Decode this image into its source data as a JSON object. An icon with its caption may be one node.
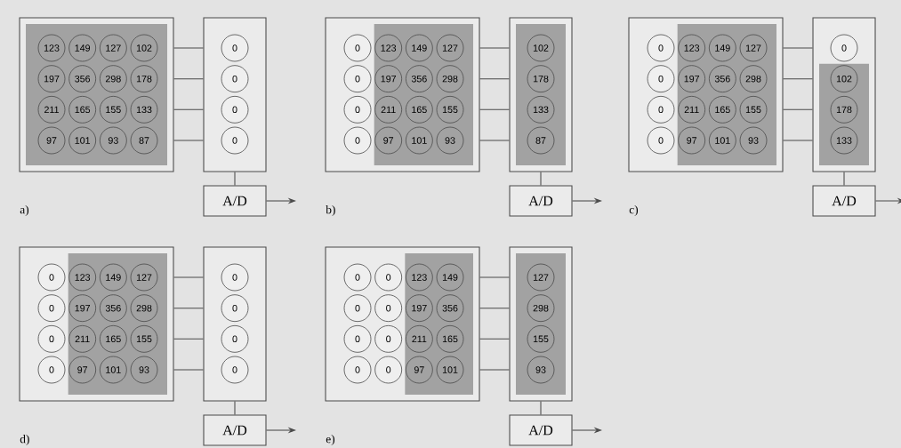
{
  "diagram": {
    "nodes": [
      {
        "text": [],
        "shape": "box"
      },
      {
        "text": [],
        "shape": "box",
        "in": 0
      },
      {
        "text": [
          "123"
        ],
        "in": 1
      },
      {
        "text": [
          "149"
        ],
        "in": 1
      },
      {
        "text": [
          "127"
        ],
        "in": 1
      },
      {
        "text": [
          "102"
        ],
        "in": 1
      },
      {
        "text": [
          "197"
        ],
        "in": 1
      },
      {
        "text": [
          "356"
        ],
        "in": 1
      },
      {
        "text": [
          "298"
        ],
        "in": 1
      },
      {
        "text": [
          "178"
        ],
        "in": 1
      },
      {
        "text": [
          "211"
        ],
        "in": 1
      },
      {
        "text": [
          "165"
        ],
        "in": 1
      },
      {
        "text": [
          "155"
        ],
        "in": 1
      },
      {
        "text": [
          "133"
        ],
        "in": 1
      },
      {
        "text": [
          "97"
        ],
        "in": 1
      },
      {
        "text": [
          "101"
        ],
        "in": 1
      },
      {
        "text": [
          "93"
        ],
        "in": 1
      },
      {
        "text": [
          "87"
        ],
        "in": 1
      },
      {
        "text": [],
        "shape": "box"
      },
      {
        "text": [
          "0"
        ],
        "in": 18
      },
      {
        "text": [
          "0"
        ],
        "in": 18
      },
      {
        "text": [
          "0"
        ],
        "in": 18
      },
      {
        "text": [
          "0"
        ],
        "in": 18
      },
      {
        "text": [
          "A/D"
        ]
      },
      {
        "text": [],
        "shape": "box"
      },
      {
        "text": [],
        "shape": "box",
        "in": 24
      },
      {
        "text": [
          "0"
        ],
        "in": 24
      },
      {
        "text": [
          "123"
        ],
        "in": 25
      },
      {
        "text": [
          "149"
        ],
        "in": 25
      },
      {
        "text": [
          "127"
        ],
        "in": 25
      },
      {
        "text": [
          "0"
        ],
        "in": 24
      },
      {
        "text": [
          "197"
        ],
        "in": 25
      },
      {
        "text": [
          "356"
        ],
        "in": 25
      },
      {
        "text": [
          "298"
        ],
        "in": 25
      },
      {
        "text": [
          "0"
        ],
        "in": 24
      },
      {
        "text": [
          "211"
        ],
        "in": 25
      },
      {
        "text": [
          "165"
        ],
        "in": 25
      },
      {
        "text": [
          "155"
        ],
        "in": 25
      },
      {
        "text": [
          "0"
        ],
        "in": 24
      },
      {
        "text": [
          "97"
        ],
        "in": 25
      },
      {
        "text": [
          "101"
        ],
        "in": 25
      },
      {
        "text": [
          "93"
        ],
        "in": 25
      },
      {
        "text": [],
        "shape": "box"
      },
      {
        "text": [],
        "shape": "box",
        "in": 42
      },
      {
        "text": [
          "102"
        ],
        "in": 43
      },
      {
        "text": [
          "178"
        ],
        "in": 43
      },
      {
        "text": [
          "133"
        ],
        "in": 43
      },
      {
        "text": [
          "87"
        ],
        "in": 43
      },
      {
        "text": [
          "A/D"
        ]
      },
      {
        "text": [],
        "shape": "box"
      },
      {
        "text": [],
        "shape": "box",
        "in": 49
      },
      {
        "text": [
          "0"
        ],
        "in": 49
      },
      {
        "text": [
          "123"
        ],
        "in": 50
      },
      {
        "text": [
          "149"
        ],
        "in": 50
      },
      {
        "text": [
          "127"
        ],
        "in": 50
      },
      {
        "text": [
          "0"
        ],
        "in": 49
      },
      {
        "text": [
          "197"
        ],
        "in": 50
      },
      {
        "text": [
          "356"
        ],
        "in": 50
      },
      {
        "text": [
          "298"
        ],
        "in": 50
      },
      {
        "text": [
          "0"
        ],
        "in": 49
      },
      {
        "text": [
          "211"
        ],
        "in": 50
      },
      {
        "text": [
          "165"
        ],
        "in": 50
      },
      {
        "text": [
          "155"
        ],
        "in": 50
      },
      {
        "text": [
          "0"
        ],
        "in": 49
      },
      {
        "text": [
          "97"
        ],
        "in": 50
      },
      {
        "text": [
          "101"
        ],
        "in": 50
      },
      {
        "text": [
          "93"
        ],
        "in": 50
      },
      {
        "text": [],
        "shape": "box"
      },
      {
        "text": [
          "0"
        ],
        "in": 67
      },
      {
        "text": [],
        "shape": "box",
        "in": 67
      },
      {
        "text": [
          "102"
        ],
        "in": 69
      },
      {
        "text": [
          "178"
        ],
        "in": 69
      },
      {
        "text": [
          "133"
        ],
        "in": 69
      },
      {
        "text": [
          "A/D"
        ]
      },
      {
        "text": [],
        "shape": "box"
      },
      {
        "text": [],
        "shape": "box",
        "in": 74
      },
      {
        "text": [
          "0"
        ],
        "in": 74
      },
      {
        "text": [
          "123"
        ],
        "in": 75
      },
      {
        "text": [
          "149"
        ],
        "in": 75
      },
      {
        "text": [
          "127"
        ],
        "in": 75
      },
      {
        "text": [
          "0"
        ],
        "in": 74
      },
      {
        "text": [
          "197"
        ],
        "in": 75
      },
      {
        "text": [
          "356"
        ],
        "in": 75
      },
      {
        "text": [
          "298"
        ],
        "in": 75
      },
      {
        "text": [
          "0"
        ],
        "in": 74
      },
      {
        "text": [
          "211"
        ],
        "in": 75
      },
      {
        "text": [
          "165"
        ],
        "in": 75
      },
      {
        "text": [
          "155"
        ],
        "in": 75
      },
      {
        "text": [
          "0"
        ],
        "in": 74
      },
      {
        "text": [
          "97"
        ],
        "in": 75
      },
      {
        "text": [
          "101"
        ],
        "in": 75
      },
      {
        "text": [
          "93"
        ],
        "in": 75
      },
      {
        "text": [],
        "shape": "box"
      },
      {
        "text": [
          "0"
        ],
        "in": 92
      },
      {
        "text": [
          "0"
        ],
        "in": 92
      },
      {
        "text": [
          "0"
        ],
        "in": 92
      },
      {
        "text": [
          "0"
        ],
        "in": 92
      },
      {
        "text": [
          "A/D"
        ]
      },
      {
        "text": [],
        "shape": "box"
      },
      {
        "text": [],
        "shape": "box",
        "in": 98
      },
      {
        "text": [
          "0"
        ],
        "in": 98
      },
      {
        "text": [
          "0"
        ],
        "in": 98
      },
      {
        "text": [
          "123"
        ],
        "in": 99
      },
      {
        "text": [
          "149"
        ],
        "in": 99
      },
      {
        "text": [
          "0"
        ],
        "in": 98
      },
      {
        "text": [
          "0"
        ],
        "in": 98
      },
      {
        "text": [
          "197"
        ],
        "in": 99
      },
      {
        "text": [
          "356"
        ],
        "in": 99
      },
      {
        "text": [
          "0"
        ],
        "in": 98
      },
      {
        "text": [
          "0"
        ],
        "in": 98
      },
      {
        "text": [
          "211"
        ],
        "in": 99
      },
      {
        "text": [
          "165"
        ],
        "in": 99
      },
      {
        "text": [
          "0"
        ],
        "in": 98
      },
      {
        "text": [
          "0"
        ],
        "in": 98
      },
      {
        "text": [
          "97"
        ],
        "in": 99
      },
      {
        "text": [
          "101"
        ],
        "in": 99
      },
      {
        "text": [],
        "shape": "box"
      },
      {
        "text": [],
        "shape": "box",
        "in": 116
      },
      {
        "text": [
          "127"
        ],
        "in": 117
      },
      {
        "text": [
          "298"
        ],
        "in": 117
      },
      {
        "text": [
          "155"
        ],
        "in": 117
      },
      {
        "text": [
          "93"
        ],
        "in": 117
      },
      {
        "text": [
          "A/D"
        ]
      }
    ],
    "edges": [
      {
        "from": 0,
        "to": 18,
        "arrow": "none"
      },
      {
        "from": 0,
        "to": 18,
        "arrow": "none"
      },
      {
        "from": 0,
        "to": 18,
        "arrow": "none"
      },
      {
        "from": 0,
        "to": 18,
        "arrow": "none"
      },
      {
        "from": 18,
        "to": 23,
        "arrow": "none"
      },
      {
        "from": 23,
        "to": null,
        "arrow": "to"
      },
      {
        "from": 24,
        "to": 42,
        "arrow": "none"
      },
      {
        "from": 24,
        "to": 42,
        "arrow": "none"
      },
      {
        "from": 24,
        "to": 42,
        "arrow": "none"
      },
      {
        "from": 24,
        "to": 42,
        "arrow": "none"
      },
      {
        "from": 42,
        "to": 48,
        "arrow": "none"
      },
      {
        "from": 48,
        "to": null,
        "arrow": "to"
      },
      {
        "from": 49,
        "to": 67,
        "arrow": "none"
      },
      {
        "from": 49,
        "to": 67,
        "arrow": "none"
      },
      {
        "from": 49,
        "to": 67,
        "arrow": "none"
      },
      {
        "from": 49,
        "to": 67,
        "arrow": "none"
      },
      {
        "from": 67,
        "to": 73,
        "arrow": "none"
      },
      {
        "from": 73,
        "to": null,
        "arrow": "to"
      },
      {
        "from": 74,
        "to": 92,
        "arrow": "none"
      },
      {
        "from": 74,
        "to": 92,
        "arrow": "none"
      },
      {
        "from": 74,
        "to": 92,
        "arrow": "none"
      },
      {
        "from": 74,
        "to": 92,
        "arrow": "none"
      },
      {
        "from": 92,
        "to": 97,
        "arrow": "none"
      },
      {
        "from": 97,
        "to": null,
        "arrow": "to"
      },
      {
        "from": 98,
        "to": 116,
        "arrow": "none"
      },
      {
        "from": 98,
        "to": 116,
        "arrow": "none"
      },
      {
        "from": 98,
        "to": 116,
        "arrow": "none"
      },
      {
        "from": 98,
        "to": 116,
        "arrow": "none"
      },
      {
        "from": 116,
        "to": 122,
        "arrow": "none"
      },
      {
        "from": 122,
        "to": null,
        "arrow": "to"
      }
    ],
    "labels": [
      "a)",
      "b)",
      "c)",
      "d)",
      "e)"
    ]
  }
}
